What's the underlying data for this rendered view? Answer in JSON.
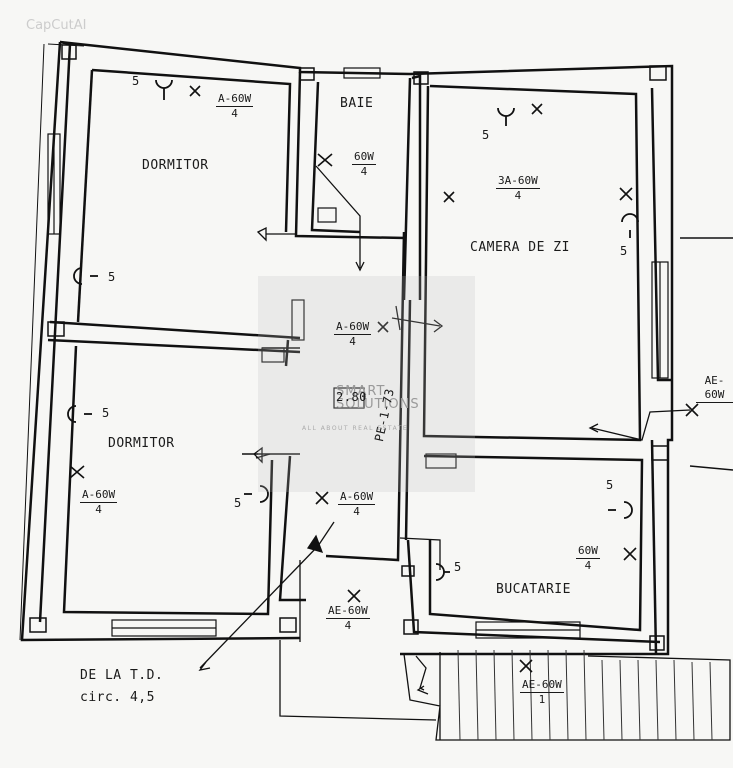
{
  "corner_watermark": "CapCutAI",
  "watermark": {
    "line1": "SMART",
    "line2": "SOLUTIONS",
    "tagline": "ALL ABOUT REAL ESTATE"
  },
  "rooms": {
    "dormitor_top": "DORMITOR",
    "baie": "BAIE",
    "camera_de_zi": "CAMERA DE ZI",
    "dormitor_bottom": "DORMITOR",
    "bucatarie": "BUCATARIE"
  },
  "fixtures": {
    "dormitor_top": {
      "top": "A-60W",
      "bottom": "4"
    },
    "baie": {
      "top": "60W",
      "bottom": "4"
    },
    "camera": {
      "top": "3A-60W",
      "bottom": "4"
    },
    "hall": {
      "top": "A-60W",
      "bottom": "4"
    },
    "dormitor_bottom": {
      "top": "A-60W",
      "bottom": "4"
    },
    "hall_lower": {
      "top": "A-60W",
      "bottom": "4"
    },
    "entrance": {
      "top": "AE-60W",
      "bottom": "4"
    },
    "bucatarie": {
      "top": "60W",
      "bottom": "4"
    },
    "exterior_right": {
      "top": "AE-60W",
      "bottom": ""
    },
    "terrace": {
      "top": "AE-60W",
      "bottom": "1"
    }
  },
  "socket_circuit": "5",
  "panel": "2.80",
  "rotated_label": "PE-1-73",
  "source": {
    "line1": "DE LA T.D.",
    "line2": "circ. 4,5"
  }
}
